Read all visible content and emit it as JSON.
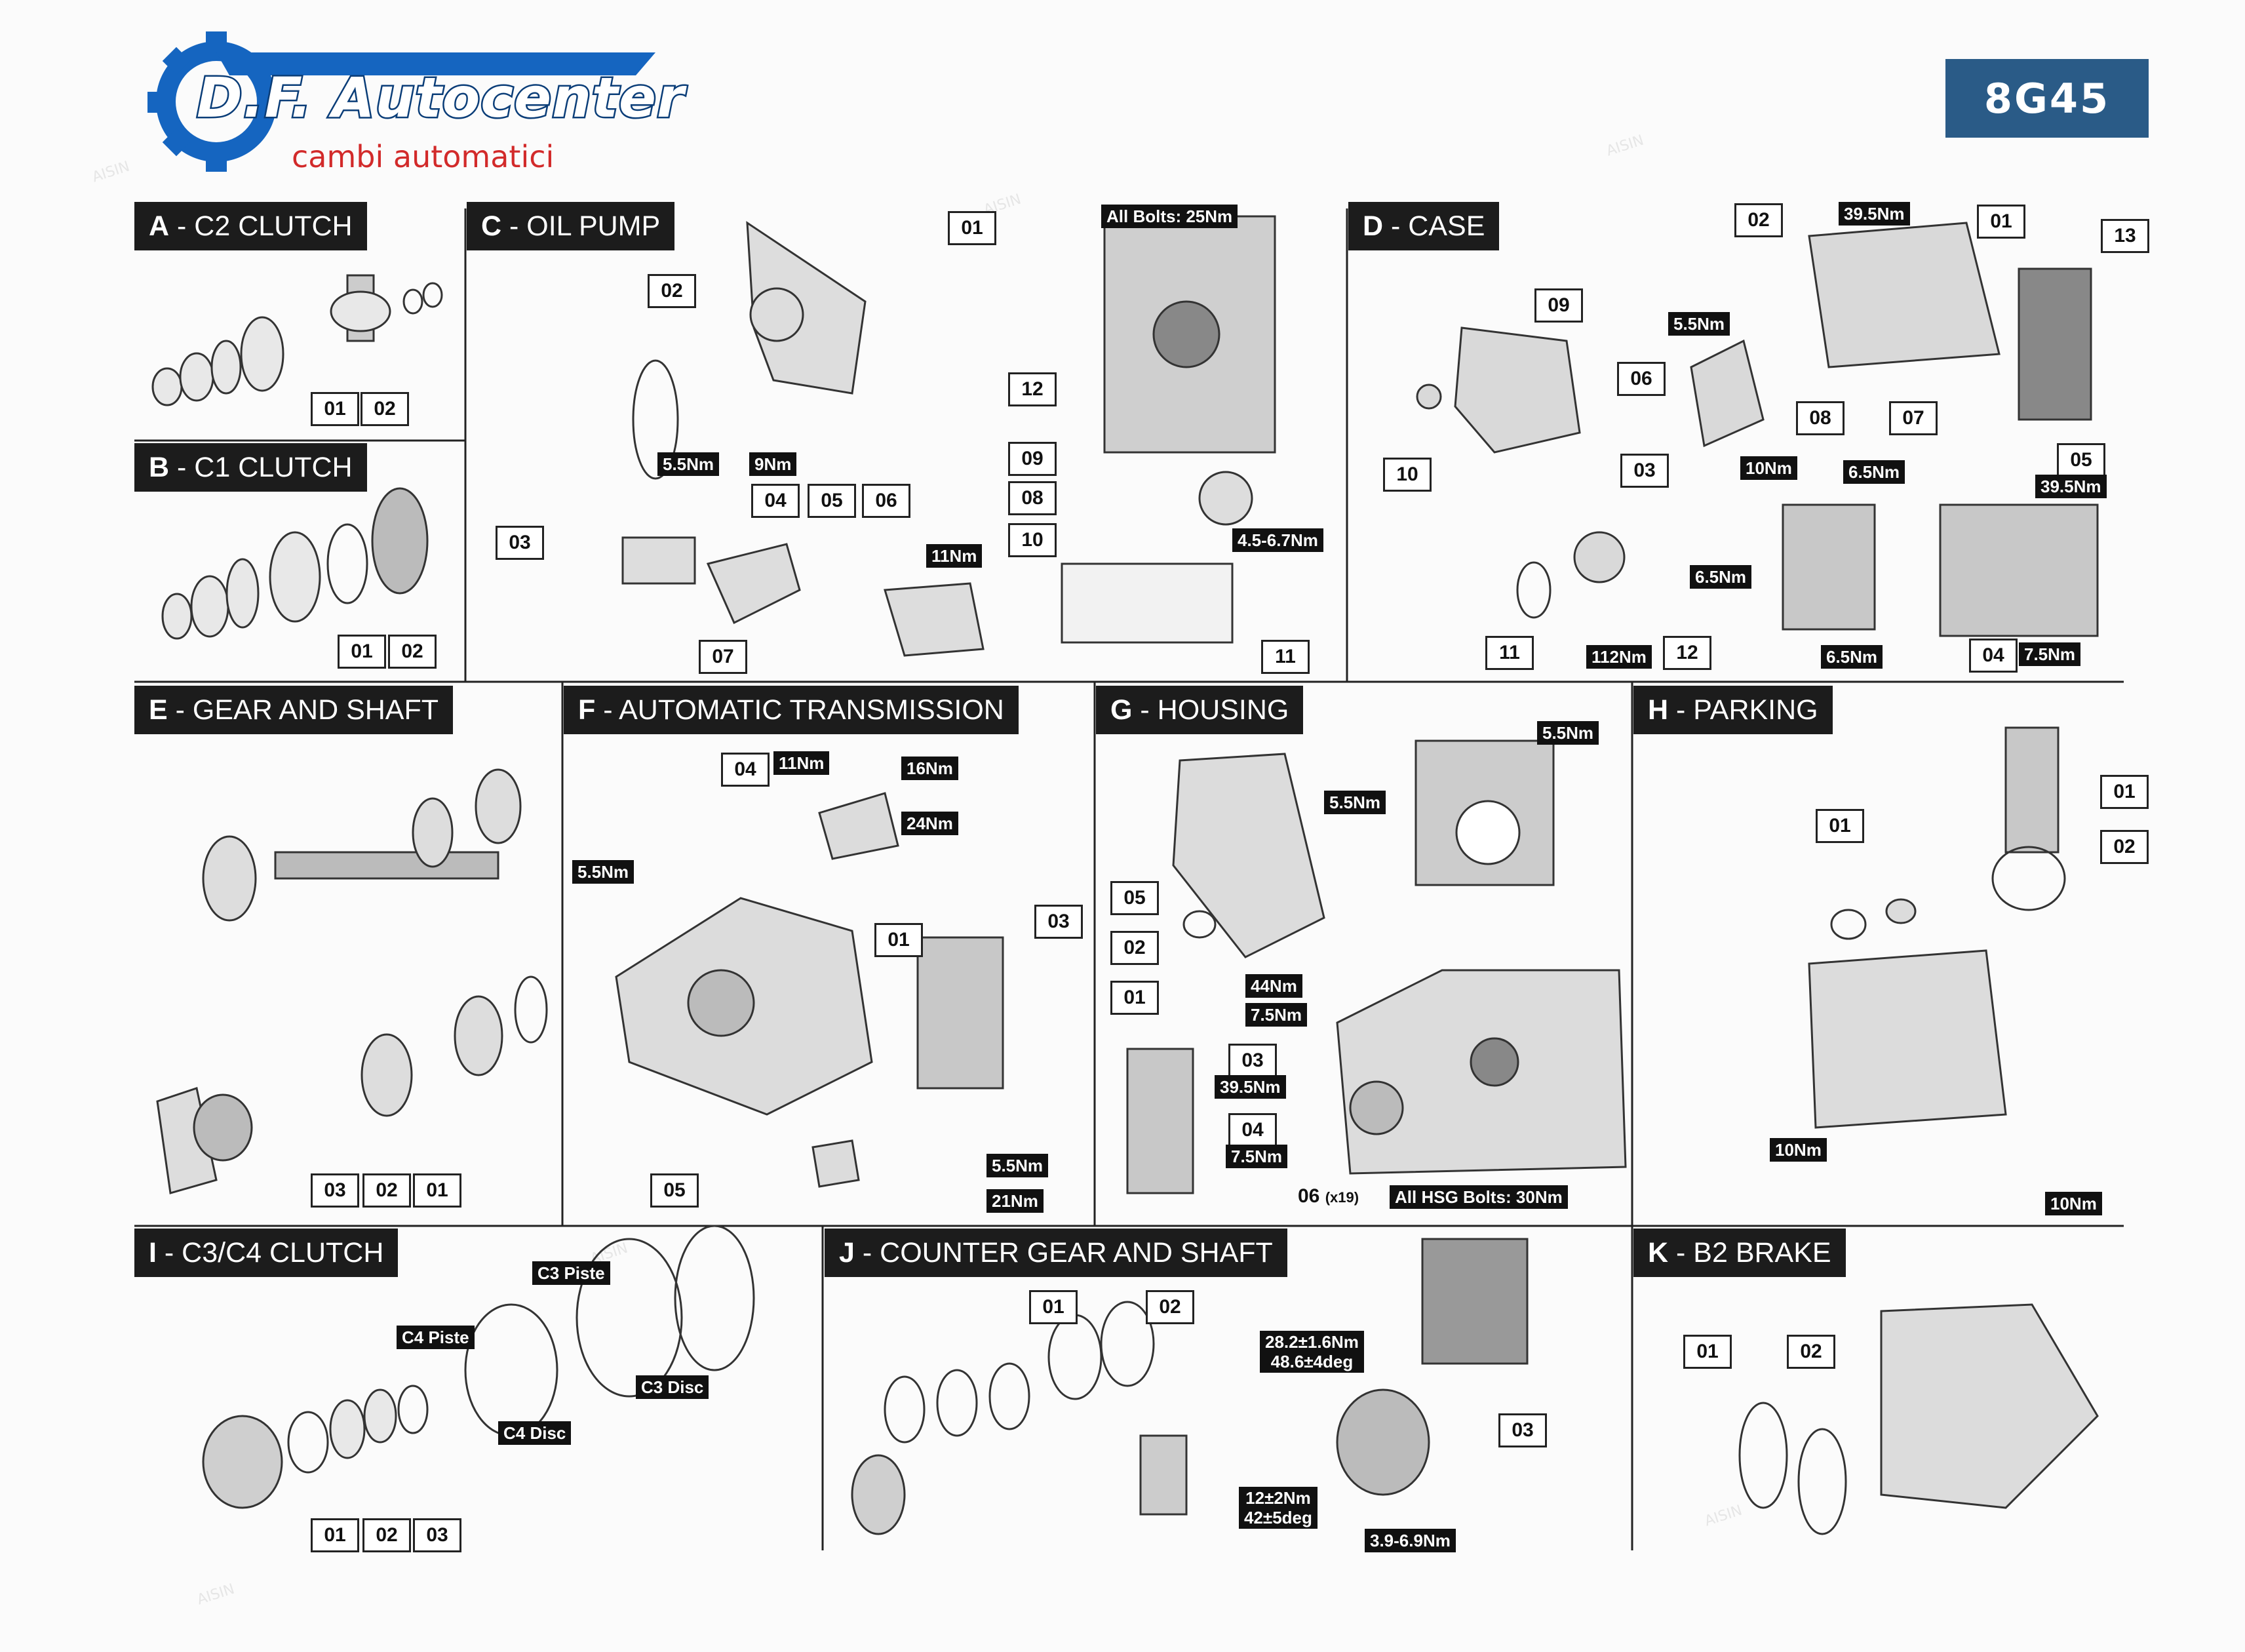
{
  "header": {
    "brand_name": "D.F. Autocenter",
    "brand_tagline": "cambi automatici",
    "model": "8G45",
    "watermark": "AISIN"
  },
  "panels": {
    "A": {
      "letter": "A",
      "name": "C2 CLUTCH",
      "callouts": [
        "01",
        "02"
      ]
    },
    "B": {
      "letter": "B",
      "name": "C1 CLUTCH",
      "callouts": [
        "01",
        "02"
      ]
    },
    "C": {
      "letter": "C",
      "name": "OIL PUMP",
      "callouts": [
        "01",
        "02",
        "03",
        "04",
        "05",
        "06",
        "07",
        "08",
        "09",
        "10",
        "11",
        "12"
      ],
      "specs": [
        "All Bolts: 25Nm",
        "5.5Nm",
        "9Nm",
        "11Nm",
        "4.5-6.7Nm"
      ]
    },
    "D": {
      "letter": "D",
      "name": "CASE",
      "callouts": [
        "01",
        "02",
        "03",
        "04",
        "05",
        "06",
        "07",
        "08",
        "09",
        "10",
        "11",
        "12",
        "13"
      ],
      "specs": [
        "39.5Nm",
        "5.5Nm",
        "10Nm",
        "6.5Nm",
        "6.5Nm",
        "6.5Nm",
        "39.5Nm",
        "112Nm",
        "7.5Nm"
      ]
    },
    "E": {
      "letter": "E",
      "name": "GEAR AND SHAFT",
      "callouts": [
        "03",
        "02",
        "01"
      ]
    },
    "F": {
      "letter": "F",
      "name": "AUTOMATIC TRANSMISSION",
      "callouts": [
        "01",
        "03",
        "04",
        "05"
      ],
      "specs": [
        "11Nm",
        "16Nm",
        "24Nm",
        "5.5Nm",
        "5.5Nm",
        "21Nm"
      ]
    },
    "G": {
      "letter": "G",
      "name": "HOUSING",
      "callouts": [
        "01",
        "02",
        "03",
        "04",
        "05"
      ],
      "specs": [
        "5.5Nm",
        "5.5Nm",
        "44Nm",
        "7.5Nm",
        "39.5Nm",
        "7.5Nm",
        "All HSG Bolts: 30Nm"
      ],
      "note_callout": "06",
      "note_qty": "(x19)"
    },
    "H": {
      "letter": "H",
      "name": "PARKING",
      "callouts": [
        "01",
        "02",
        "01"
      ],
      "specs": [
        "10Nm",
        "10Nm"
      ]
    },
    "I": {
      "letter": "I",
      "name": "C3/C4 CLUTCH",
      "callouts": [
        "01",
        "02",
        "03"
      ],
      "specs": [
        "C3 Piste",
        "C4 Piste",
        "C3 Disc",
        "C4 Disc"
      ]
    },
    "J": {
      "letter": "J",
      "name": "COUNTER GEAR AND SHAFT",
      "callouts": [
        "01",
        "02",
        "03"
      ],
      "spec_bolt_line1": "28.2±1.6Nm",
      "spec_bolt_line2": "48.6±4deg",
      "spec_nut_line1": "12±2Nm",
      "spec_nut_line2": "42±5deg",
      "spec_sensor": "3.9-6.9Nm"
    },
    "K": {
      "letter": "K",
      "name": "B2 BRAKE",
      "callouts": [
        "01",
        "02"
      ]
    }
  },
  "colors": {
    "title_bg": "#1c1c1c",
    "badge_bg": "#2a5b87",
    "brand_blue": "#1565c0",
    "brand_red": "#d22a2a"
  }
}
